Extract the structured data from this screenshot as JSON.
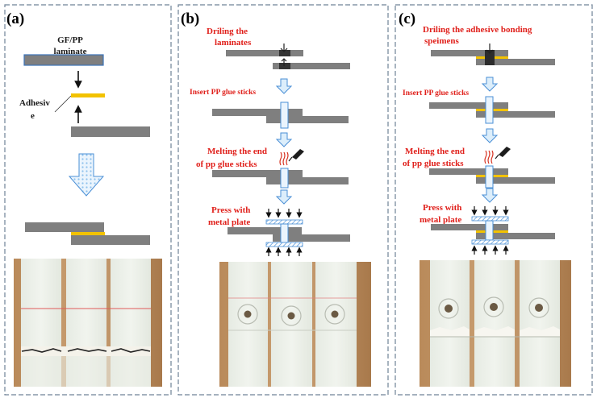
{
  "panels": {
    "a": {
      "letter": "(a)",
      "laminate_label_1": "GF/PP",
      "laminate_label_2": "laminate",
      "adhesive_label_1": "Adhesiv",
      "adhesive_label_2": "e"
    },
    "b": {
      "letter": "(b)",
      "step1_line1": "Driling the",
      "step1_line2": "laminates",
      "step2": "Insert PP glue sticks",
      "step3_line1": "Melting the end",
      "step3_line2": "of pp glue sticks",
      "step4_line1": "Press with",
      "step4_line2": "metal plate"
    },
    "c": {
      "letter": "(c)",
      "step1_line1": "Driling the adhesive bonding",
      "step1_line2": "speimens",
      "step2": "Insert PP glue sticks",
      "step3_line1": "Melting the end",
      "step3_line2": "of pp glue sticks",
      "step4_line1": "Press with",
      "step4_line2": "metal plate"
    }
  },
  "colors": {
    "laminate": "#7f7f7f",
    "adhesive": "#f2c200",
    "step_text": "#e0201b",
    "arrow_fill": "#dceefb",
    "arrow_stroke": "#4a8fd6",
    "frame": "#6f8296"
  }
}
